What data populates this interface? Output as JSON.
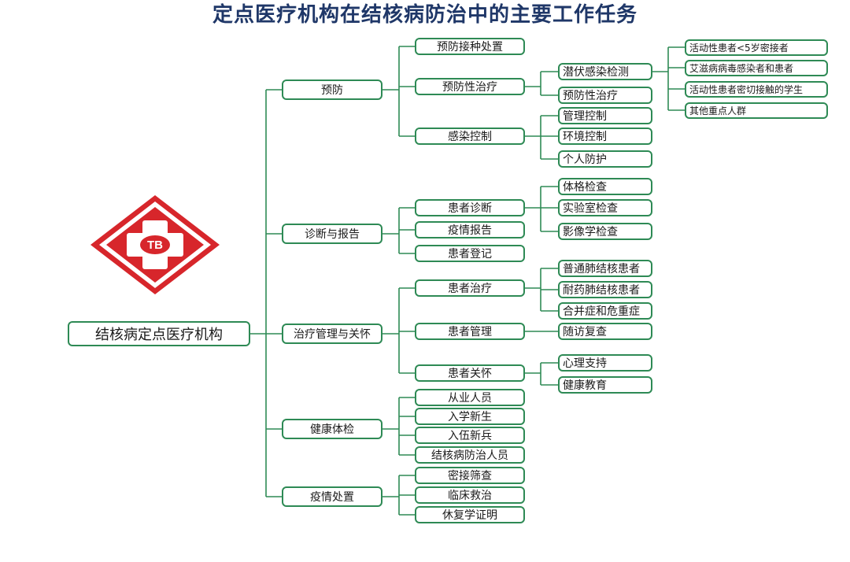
{
  "title": "定点医疗机构在结核病防治中的主要工作任务",
  "colors": {
    "title": "#1f3768",
    "border": "#2e8a55",
    "logo_red": "#d7262b"
  },
  "logo": {
    "icon": "tb-cross-logo",
    "text": "TB"
  },
  "root": "结核病定点医疗机构",
  "prevention": {
    "label": "预防",
    "vaccination": "预防接种处置",
    "preventive_treatment": "预防性治疗",
    "latent_test": "潜伏感染检测",
    "preventive_treatment2": "预防性治疗",
    "groups": [
      "活动性患者<5岁密接者",
      "艾滋病病毒感染者和患者",
      "活动性患者密切接触的学生",
      "其他重点人群"
    ],
    "infection_control": "感染控制",
    "controls": [
      "管理控制",
      "环境控制",
      "个人防护"
    ]
  },
  "diagnosis": {
    "label": "诊断与报告",
    "patient_diagnosis": "患者诊断",
    "exams": [
      "体格检查",
      "实验室检查",
      "影像学检查"
    ],
    "epidemic_report": "疫情报告",
    "registration": "患者登记"
  },
  "treatment": {
    "label": "治疗管理与关怀",
    "patient_treatment": "患者治疗",
    "patient_types": [
      "普通肺结核患者",
      "耐药肺结核患者",
      "合并症和危重症"
    ],
    "patient_management": "患者管理",
    "followup": "随访复查",
    "patient_care": "患者关怀",
    "care_items": [
      "心理支持",
      "健康教育"
    ]
  },
  "health_check": {
    "label": "健康体检",
    "items": [
      "从业人员",
      "入学新生",
      "入伍新兵",
      "结核病防治人员"
    ]
  },
  "epidemic": {
    "label": "疫情处置",
    "items": [
      "密接筛查",
      "临床救治",
      "休复学证明"
    ]
  }
}
